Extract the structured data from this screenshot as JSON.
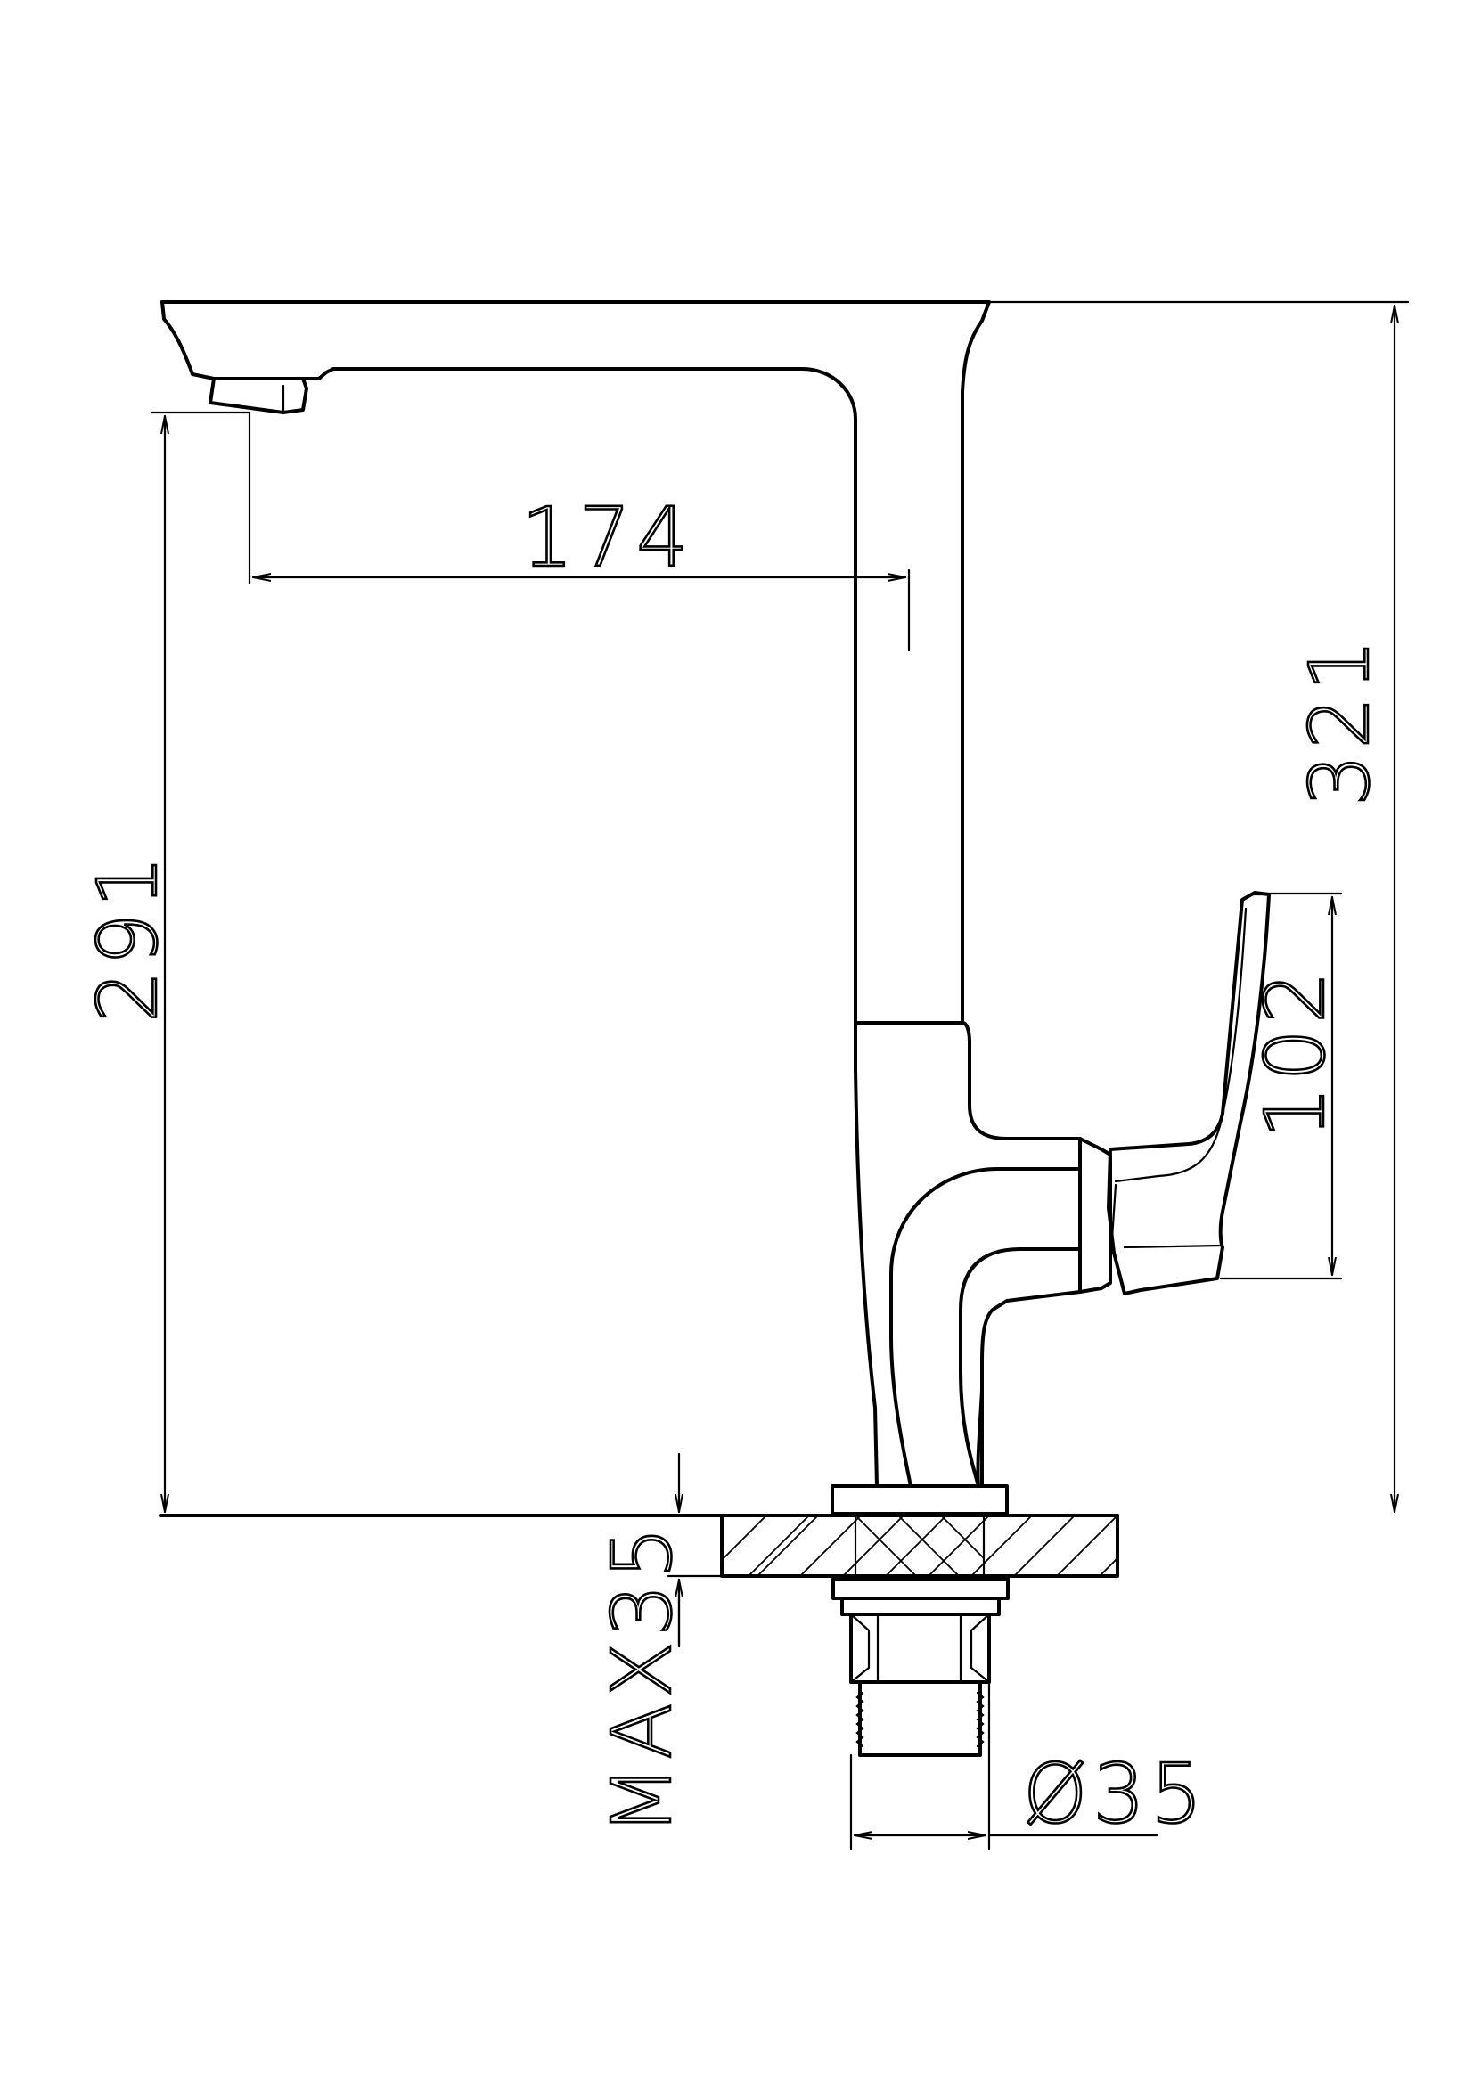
{
  "dimensions": {
    "spout_reach": "174",
    "total_height": "321",
    "spout_height": "291",
    "handle_height": "102",
    "max_thickness": "MAX35",
    "thread_diameter": "Ø35"
  },
  "colors": {
    "line": "#000000",
    "background": "#ffffff"
  }
}
